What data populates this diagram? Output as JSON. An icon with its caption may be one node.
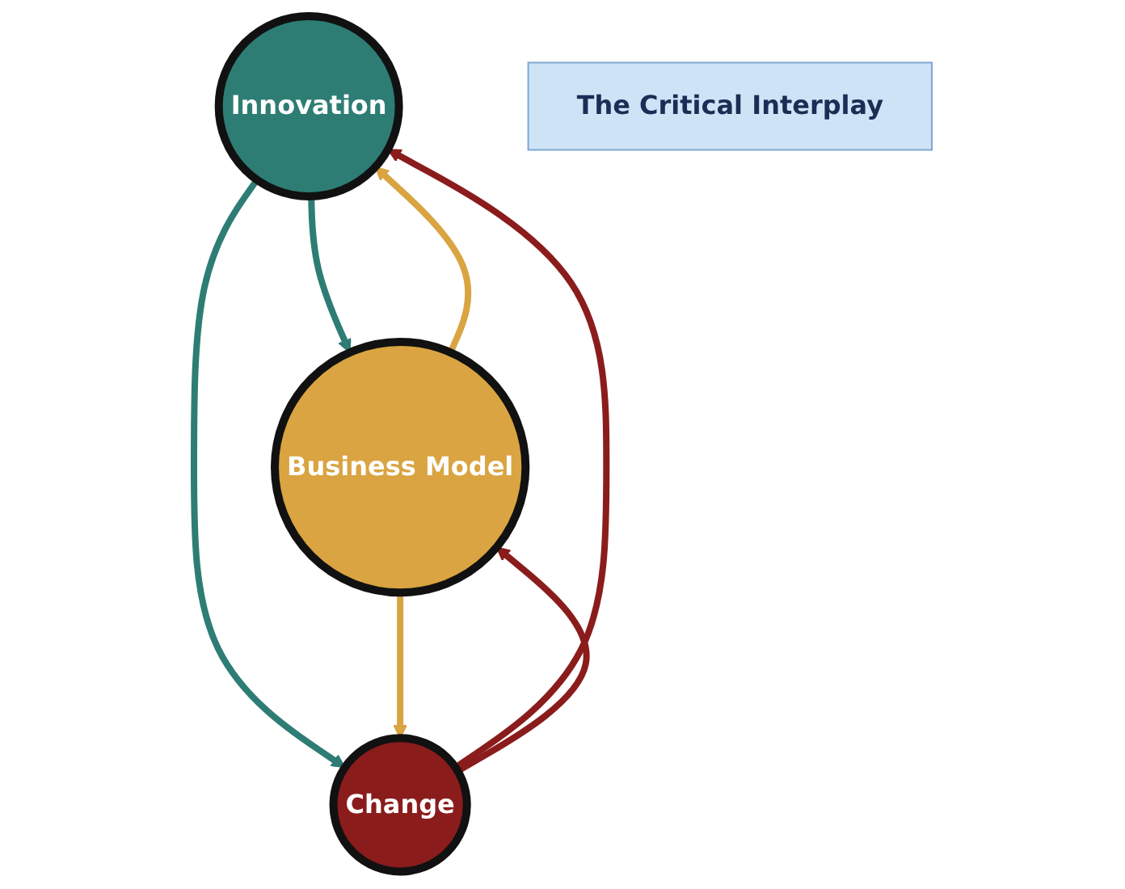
{
  "diagram": {
    "nodes": [
      {
        "text": [
          "Innovation"
        ]
      },
      {
        "text": [
          "The Critical Interplay"
        ]
      },
      {
        "text": [
          "Business Model"
        ]
      },
      {
        "text": [
          "Change"
        ]
      }
    ],
    "edges": [
      {
        "from": 0,
        "to": 2,
        "arrow": "to",
        "color": "#2e7d74"
      },
      {
        "from": 2,
        "to": 0,
        "arrow": "to",
        "color": "#d9a441"
      },
      {
        "from": 0,
        "to": 3,
        "arrow": "to",
        "color": "#2e7d74"
      },
      {
        "from": 3,
        "to": 0,
        "arrow": "to",
        "color": "#8b1c1c"
      },
      {
        "from": 3,
        "to": 2,
        "arrow": "to",
        "color": "#8b1c1c"
      },
      {
        "from": 2,
        "to": 3,
        "arrow": "to",
        "color": "#d9a441"
      }
    ]
  }
}
